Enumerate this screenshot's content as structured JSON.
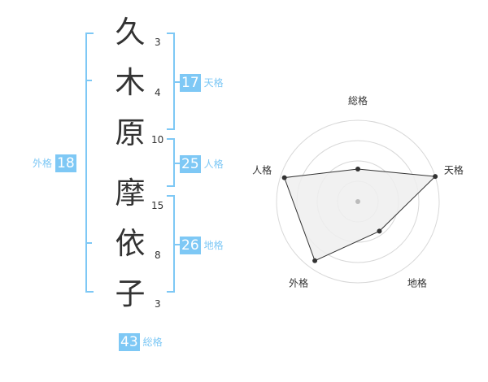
{
  "name_chars": [
    {
      "char": "久",
      "strokes": "3"
    },
    {
      "char": "木",
      "strokes": "4"
    },
    {
      "char": "原",
      "strokes": "10"
    },
    {
      "char": "摩",
      "strokes": "15"
    },
    {
      "char": "依",
      "strokes": "8"
    },
    {
      "char": "子",
      "strokes": "3"
    }
  ],
  "kakusu": {
    "tenkaku": {
      "value": "17",
      "label": "天格"
    },
    "jinkaku": {
      "value": "25",
      "label": "人格"
    },
    "chikaku": {
      "value": "26",
      "label": "地格"
    },
    "gaikaku": {
      "value": "18",
      "label": "外格"
    },
    "soukaku": {
      "value": "43",
      "label": "総格"
    }
  },
  "radar": {
    "axes": [
      "総格",
      "天格",
      "地格",
      "外格",
      "人格"
    ],
    "values": [
      0.4,
      1.0,
      0.45,
      0.9,
      0.95
    ],
    "colors": {
      "rings": "#d8d8d8",
      "fill": "#eeeeee",
      "line": "#333333",
      "center": "#bbbbbb"
    }
  },
  "colors": {
    "accent": "#7ec8f5",
    "text": "#333333"
  }
}
